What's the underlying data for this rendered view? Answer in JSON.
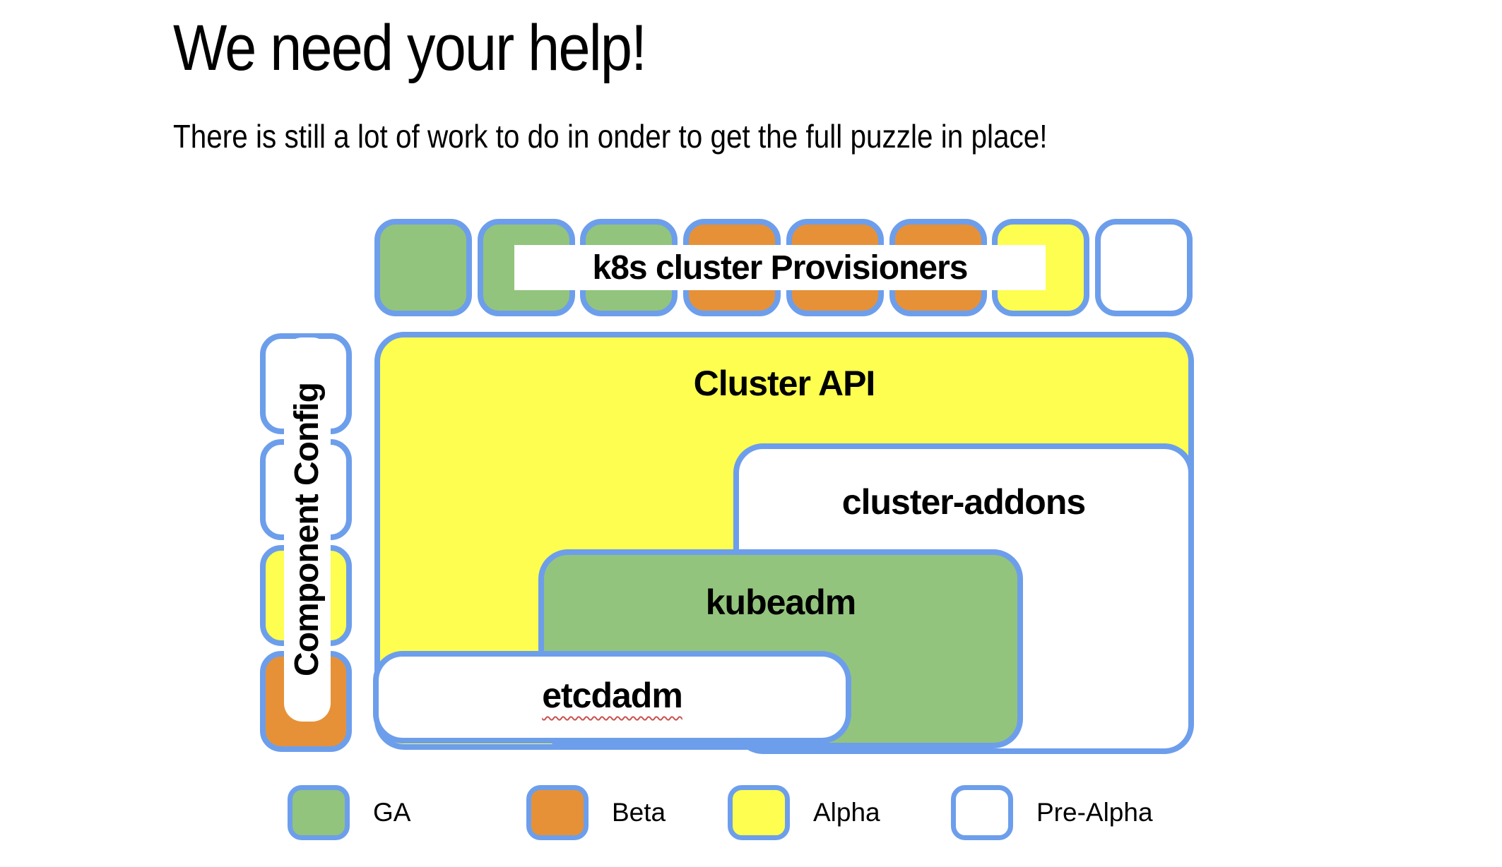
{
  "slide": {
    "title": "We need your help!",
    "subtitle": "There is still a lot of work to do in onder to get the full puzzle in place!"
  },
  "provisioners_row": {
    "label": "k8s cluster Provisioners",
    "squares": [
      {
        "status": "ga"
      },
      {
        "status": "ga"
      },
      {
        "status": "ga"
      },
      {
        "status": "beta"
      },
      {
        "status": "beta"
      },
      {
        "status": "beta"
      },
      {
        "status": "alpha"
      },
      {
        "status": "pre"
      }
    ]
  },
  "component_config": {
    "label": "Component Config",
    "squares": [
      {
        "status": "pre"
      },
      {
        "status": "pre"
      },
      {
        "status": "alpha"
      },
      {
        "status": "beta"
      }
    ]
  },
  "puzzle": {
    "cluster_api": {
      "label": "Cluster API",
      "status": "alpha"
    },
    "cluster_addons": {
      "label": "cluster-addons",
      "status": "pre"
    },
    "kubeadm": {
      "label": "kubeadm",
      "status": "ga"
    },
    "etcdadm": {
      "label": "etcdadm",
      "status": "pre",
      "spellcheck_underline": true
    }
  },
  "legend": [
    {
      "label": "GA",
      "status": "ga",
      "color": "#93C47D"
    },
    {
      "label": "Beta",
      "status": "beta",
      "color": "#E69138"
    },
    {
      "label": "Alpha",
      "status": "alpha",
      "color": "#FDFE50"
    },
    {
      "label": "Pre-Alpha",
      "status": "pre",
      "color": "#FFFFFF"
    }
  ],
  "colors": {
    "border_blue": "#6D9EEB",
    "ga_green": "#93C47D",
    "beta_orange": "#E69138",
    "alpha_yellow": "#FDFE50",
    "prealpha_white": "#FFFFFF",
    "spellcheck_red": "#C9524E"
  }
}
